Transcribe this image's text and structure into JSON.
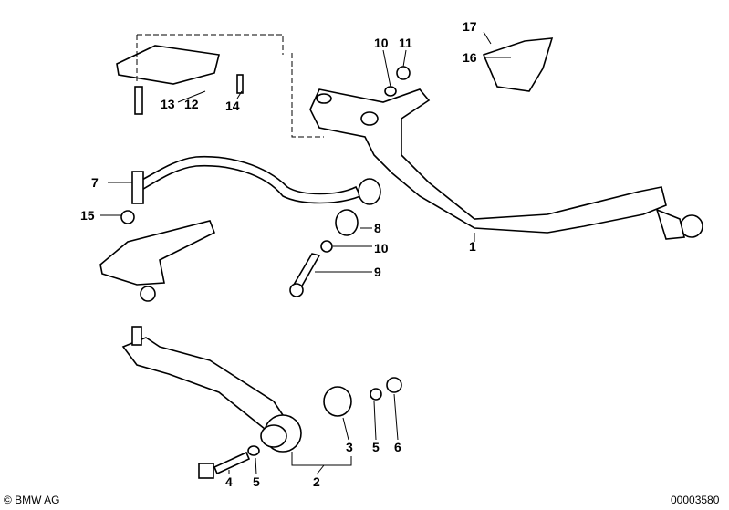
{
  "diagram": {
    "labels": {
      "l1": "1",
      "l2": "2",
      "l3": "3",
      "l4": "4",
      "l5a": "5",
      "l5b": "5",
      "l6": "6",
      "l7": "7",
      "l8": "8",
      "l9": "9",
      "l10a": "10",
      "l10b": "10",
      "l11": "11",
      "l12": "12",
      "l13": "13",
      "l14": "14",
      "l15": "15",
      "l16": "16",
      "l17": "17"
    }
  },
  "footer": {
    "copyright": "© BMW AG",
    "image_number": "00003580"
  }
}
